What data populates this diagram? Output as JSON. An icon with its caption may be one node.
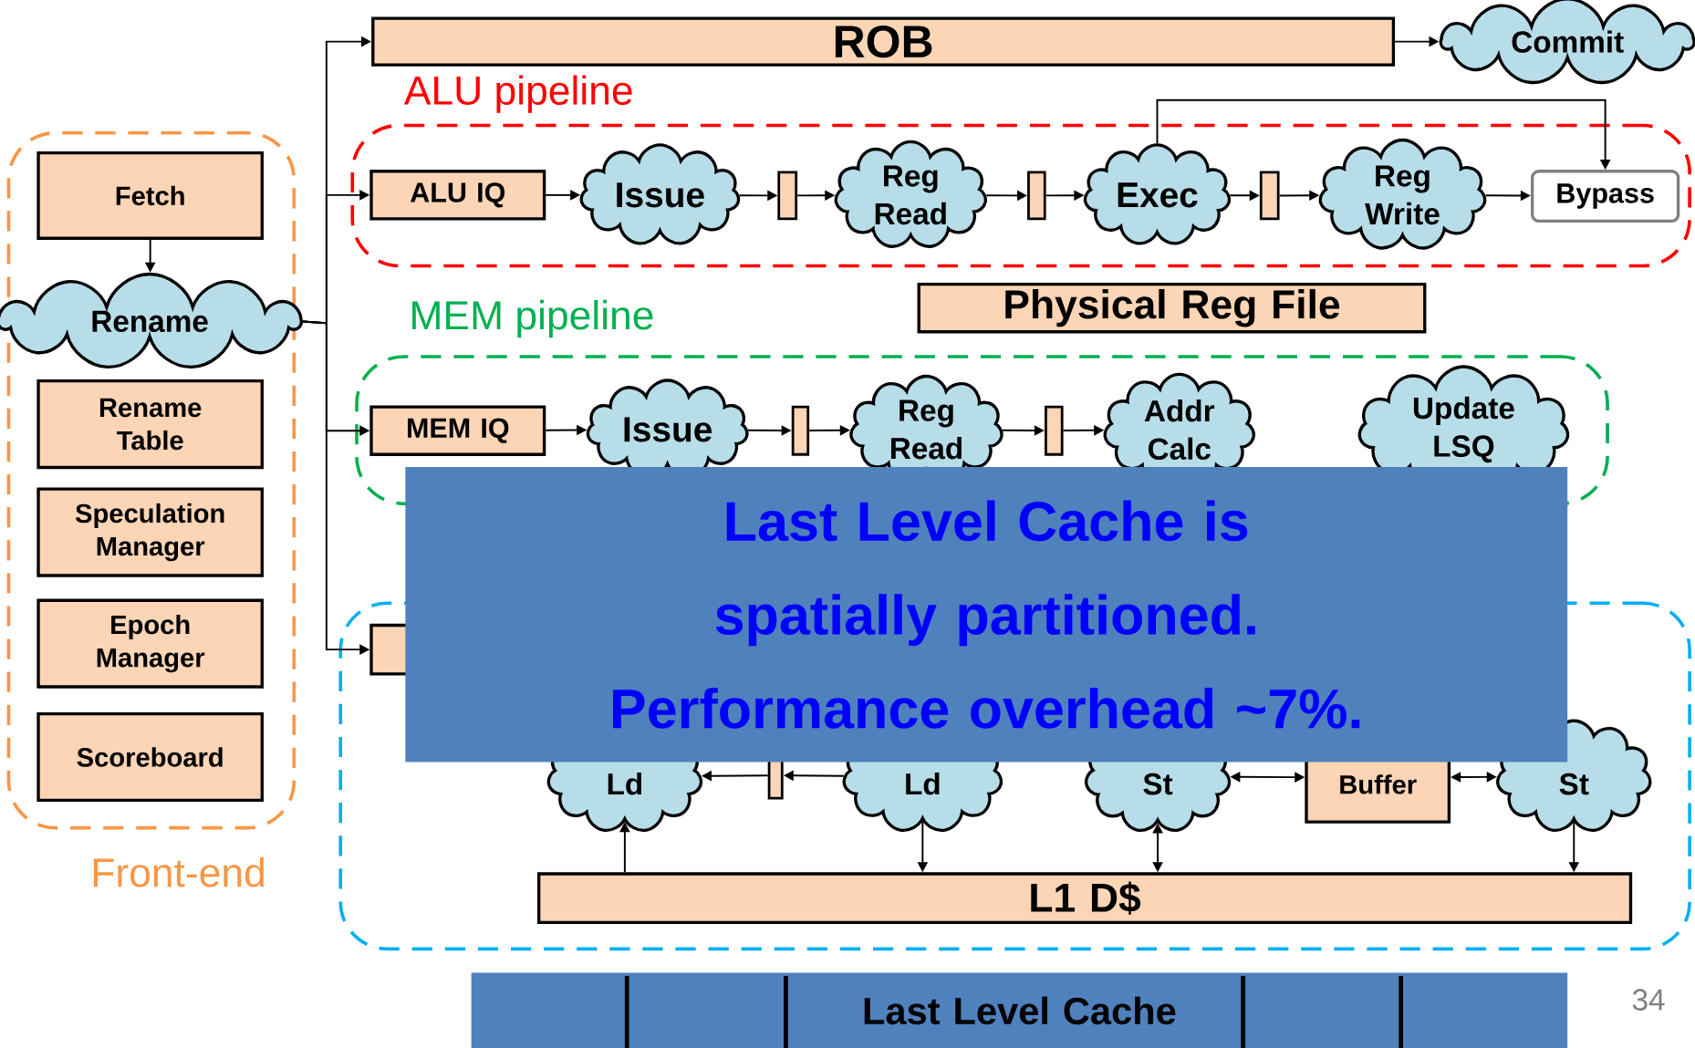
{
  "diagram": {
    "nodes": [
      {
        "text": [
          "Front-end"
        ]
      },
      {
        "text": [
          "Fetch"
        ],
        "in": 0
      },
      {
        "text": [
          "Rename"
        ],
        "in": 0
      },
      {
        "text": [
          "Rename Table"
        ],
        "in": 0
      },
      {
        "text": [
          "Speculation Manager"
        ],
        "in": 0
      },
      {
        "text": [
          "Epoch Manager"
        ],
        "in": 0
      },
      {
        "text": [
          "Scoreboard"
        ],
        "in": 0
      },
      {
        "text": [
          "ROB"
        ]
      },
      {
        "text": [
          "Commit"
        ]
      },
      {
        "text": [
          "ALU pipeline"
        ]
      },
      {
        "text": [
          "ALU IQ"
        ],
        "in": 9
      },
      {
        "text": [
          "Issue"
        ],
        "in": 9
      },
      {
        "text": [],
        "shape": "bar",
        "in": 9
      },
      {
        "text": [
          "Reg Read"
        ],
        "in": 9
      },
      {
        "text": [],
        "shape": "bar",
        "in": 9
      },
      {
        "text": [
          "Exec"
        ],
        "in": 9
      },
      {
        "text": [],
        "shape": "bar",
        "in": 9
      },
      {
        "text": [
          "Reg Write"
        ],
        "in": 9
      },
      {
        "text": [
          "Bypass"
        ],
        "in": 9
      },
      {
        "text": [
          "Physical Reg File"
        ]
      },
      {
        "text": [
          "MEM pipeline"
        ]
      },
      {
        "text": [
          "MEM IQ"
        ],
        "in": 20
      },
      {
        "text": [
          "Issue"
        ],
        "in": 20
      },
      {
        "text": [],
        "shape": "bar",
        "in": 20
      },
      {
        "text": [
          "Reg Read"
        ],
        "in": 20
      },
      {
        "text": [],
        "shape": "bar",
        "in": 20
      },
      {
        "text": [
          "Addr Calc"
        ],
        "in": 20
      },
      {
        "text": [
          "Update LSQ"
        ],
        "in": 20
      },
      {
        "text": [],
        "shape": "box"
      },
      {
        "text": [],
        "shape": "box",
        "in": 28
      },
      {
        "text": [
          "Ld"
        ],
        "in": 28
      },
      {
        "text": [],
        "shape": "bar",
        "in": 28
      },
      {
        "text": [
          "Ld"
        ],
        "in": 28
      },
      {
        "text": [
          "St"
        ],
        "in": 28
      },
      {
        "text": [
          "Buffer"
        ],
        "in": 28
      },
      {
        "text": [
          "St"
        ],
        "in": 28
      },
      {
        "text": [
          "L1 D$"
        ],
        "in": 28
      },
      {
        "text": [
          "Last Level Cache is spatially partitioned.",
          "Performance overhead ~7%."
        ]
      },
      {
        "text": [
          "Last Level Cache"
        ]
      }
    ],
    "edges": [
      {
        "from": 1,
        "to": 2,
        "arrow": "to"
      },
      {
        "from": 2,
        "to": 7,
        "arrow": "to"
      },
      {
        "from": 2,
        "to": 10,
        "arrow": "to"
      },
      {
        "from": 2,
        "to": 21,
        "arrow": "to"
      },
      {
        "from": 2,
        "to": 29,
        "arrow": "to"
      },
      {
        "from": 7,
        "to": 8,
        "arrow": "to"
      },
      {
        "from": 10,
        "to": 11,
        "arrow": "to"
      },
      {
        "from": 11,
        "to": 12,
        "arrow": "to"
      },
      {
        "from": 12,
        "to": 13,
        "arrow": "to"
      },
      {
        "from": 13,
        "to": 14,
        "arrow": "to"
      },
      {
        "from": 14,
        "to": 15,
        "arrow": "to"
      },
      {
        "from": 15,
        "to": 16,
        "arrow": "to"
      },
      {
        "from": 16,
        "to": 17,
        "arrow": "to"
      },
      {
        "from": 17,
        "to": 18,
        "arrow": "to"
      },
      {
        "from": 15,
        "to": 18,
        "arrow": "to"
      },
      {
        "from": 21,
        "to": 22,
        "arrow": "to"
      },
      {
        "from": 22,
        "to": 23,
        "arrow": "to"
      },
      {
        "from": 23,
        "to": 24,
        "arrow": "to"
      },
      {
        "from": 24,
        "to": 25,
        "arrow": "to"
      },
      {
        "from": 25,
        "to": 26,
        "arrow": "to"
      },
      {
        "from": 32,
        "to": 31,
        "arrow": "to"
      },
      {
        "from": 31,
        "to": 30,
        "arrow": "to"
      },
      {
        "from": 33,
        "to": 34,
        "arrow": "both"
      },
      {
        "from": 34,
        "to": 35,
        "arrow": "both"
      },
      {
        "from": 36,
        "to": 30,
        "arrow": "to"
      },
      {
        "from": 32,
        "to": 36,
        "arrow": "to"
      },
      {
        "from": 33,
        "to": 36,
        "arrow": "both"
      },
      {
        "from": 35,
        "to": 36,
        "arrow": "to"
      }
    ],
    "labels": [
      "34"
    ]
  }
}
